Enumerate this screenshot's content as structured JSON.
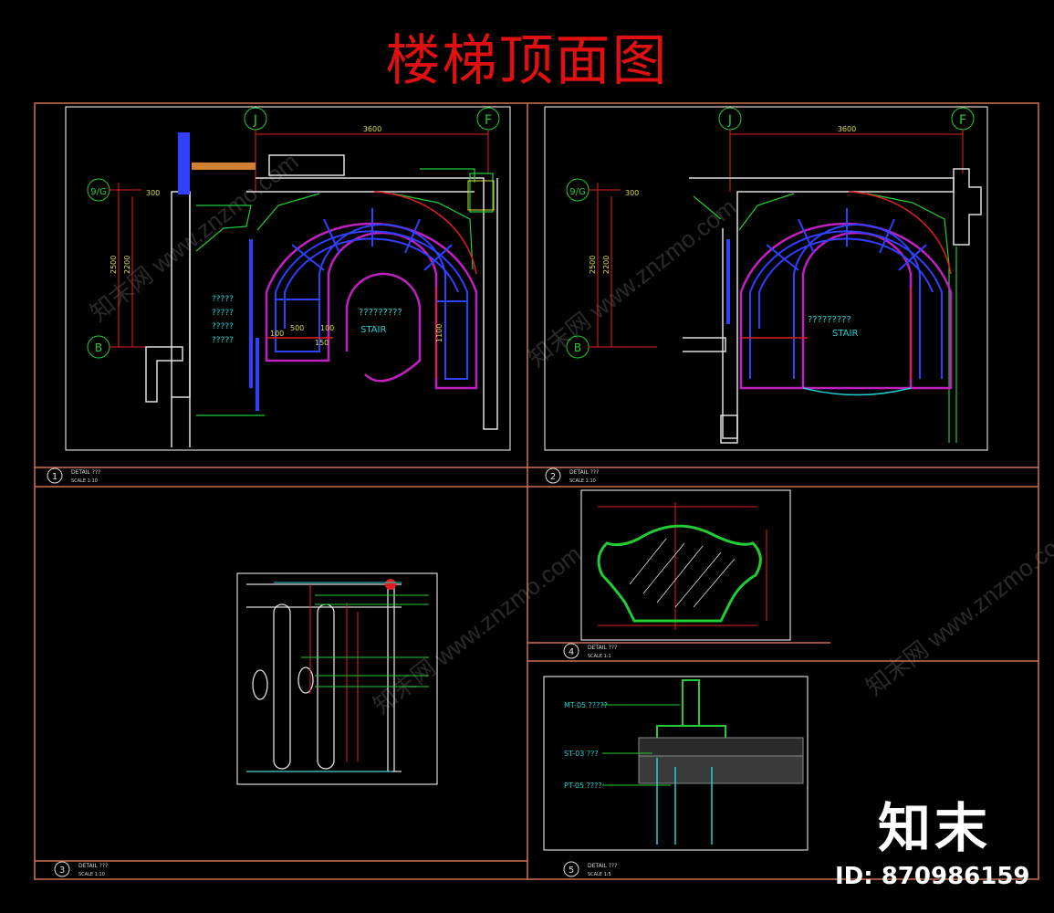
{
  "title": "楼梯顶面图",
  "grid_labels": {
    "j": "J",
    "f": "F",
    "b": "B",
    "g": "9/G"
  },
  "plan_dims": {
    "top": "3600",
    "d1": "300",
    "d2": "2500",
    "d3": "2200",
    "w1": "300",
    "w2": "100",
    "w3": "500",
    "w4": "100",
    "w5": "150",
    "v1": "100",
    "v2": "1100",
    "v3": "150"
  },
  "plan_text": {
    "stair": "STAIR",
    "unknown": "?????????",
    "side_unknown": "?????"
  },
  "details": [
    {
      "num": "1",
      "name": "DETAIL ???",
      "scale": "SCALE 1:10"
    },
    {
      "num": "2",
      "name": "DETAIL ???",
      "scale": "SCALE 1:10"
    },
    {
      "num": "3",
      "name": "DETAIL ???",
      "scale": "SCALE 1:10"
    },
    {
      "num": "4",
      "name": "DETAIL ???",
      "scale": "SCALE 1:1"
    },
    {
      "num": "5",
      "name": "DETAIL ???",
      "scale": "SCALE 1:5"
    }
  ],
  "section_labels": {
    "mt": "MT-05 ?????",
    "st": "ST-03 ???",
    "pt": "PT-05 ????"
  },
  "watermark": "知末网 www.znzmo.com",
  "logo": "知末",
  "id_text": "ID: 870986159",
  "colors": {
    "title": "#e01010",
    "frame": "#d07050",
    "green": "#22cc33",
    "blue": "#3040ff",
    "magenta": "#c020c0",
    "cyan": "#20d0d0",
    "red": "#e02020",
    "white": "#dddddd"
  }
}
